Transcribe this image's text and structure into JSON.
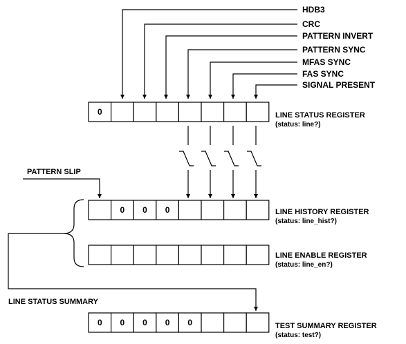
{
  "signal_labels": {
    "hdb3": "HDB3",
    "crc": "CRC",
    "pattern_invert": "PATTERN INVERT",
    "pattern_sync": "PATTERN SYNC",
    "mfas_sync": "MFAS SYNC",
    "fas_sync": "FAS SYNC",
    "signal_present": "SIGNAL PRESENT",
    "pattern_slip": "PATTERN SLIP",
    "line_status_summary": "LINE STATUS SUMMARY"
  },
  "registers": {
    "line_status": {
      "name": "LINE STATUS REGISTER",
      "query": "(status:  line?)",
      "cells": [
        "0",
        "",
        "",
        "",
        "",
        "",
        "",
        ""
      ]
    },
    "line_history": {
      "name": "LINE HISTORY REGISTER",
      "query": "(status:  line_hist?)",
      "cells": [
        "",
        "0",
        "0",
        "0",
        "",
        "",
        "",
        ""
      ]
    },
    "line_enable": {
      "name": "LINE ENABLE REGISTER",
      "query": "(status:  line_en?)",
      "cells": [
        "",
        "",
        "",
        "",
        "",
        "",
        "",
        ""
      ]
    },
    "test_summary": {
      "name": "TEST SUMMARY REGISTER",
      "query": "(status:  test?)",
      "cells": [
        "0",
        "0",
        "0",
        "0",
        "0",
        "",
        "",
        ""
      ]
    }
  },
  "style": {
    "ink": "#000000",
    "background": "#ffffff"
  }
}
